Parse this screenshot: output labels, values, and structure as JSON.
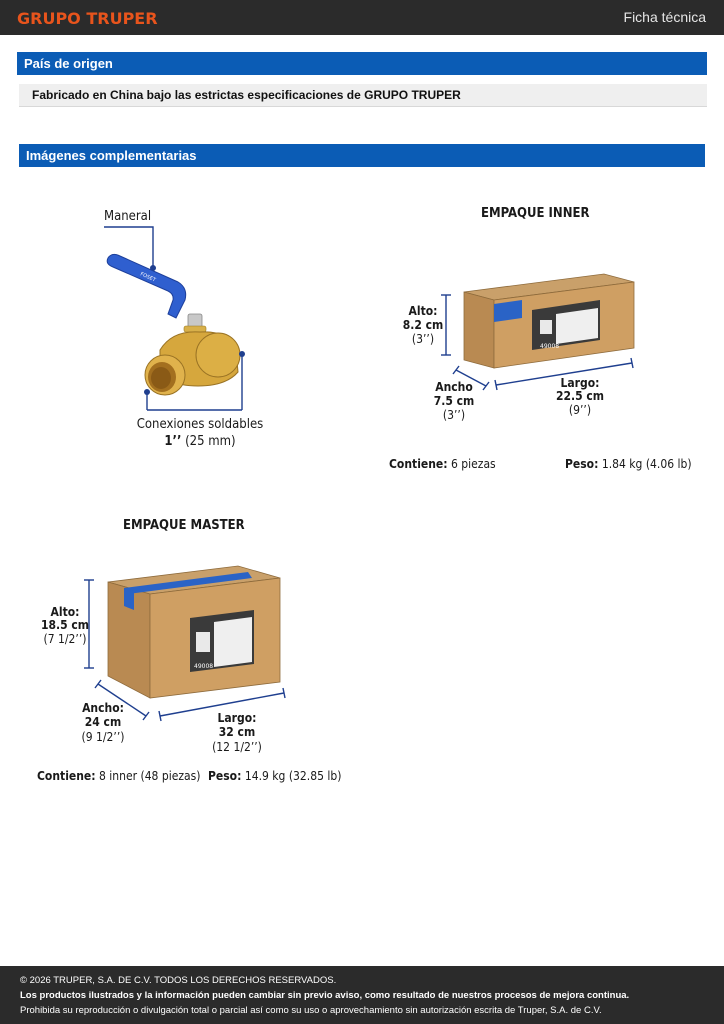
{
  "header": {
    "brand": "GRUPO TRUPER",
    "doc_type": "Ficha técnica"
  },
  "origin": {
    "title": "País de origen",
    "text": "Fabricado en China bajo las estrictas especificaciones de GRUPO TRUPER"
  },
  "images": {
    "title": "Imágenes complementarias",
    "valve": {
      "handle_label": "Maneral",
      "connection_label": "Conexiones soldables",
      "connection_size_bold": "1’’",
      "connection_size_mm": "(25 mm)"
    },
    "inner": {
      "title": "EMPAQUE INNER",
      "height_label": "Alto:",
      "height_cm": "8.2 cm",
      "height_in": "(3’’)",
      "width_label": "Ancho",
      "width_cm": "7.5 cm",
      "width_in": "(3’’)",
      "length_label": "Largo:",
      "length_cm": "22.5 cm",
      "length_in": "(9’’)",
      "contains_label": "Contiene:",
      "contains_value": "6 piezas",
      "weight_label": "Peso:",
      "weight_value": "1.84 kg (4.06 lb)",
      "box_code": "49008"
    },
    "master": {
      "title": "EMPAQUE MASTER",
      "height_label": "Alto:",
      "height_cm": "18.5 cm",
      "height_in": "(7 1/2’’)",
      "width_label": "Ancho:",
      "width_cm": "24 cm",
      "width_in": "(9 1/2’’)",
      "length_label": "Largo:",
      "length_cm": "32 cm",
      "length_in": "(12 1/2’’)",
      "contains_label": "Contiene:",
      "contains_value": "8 inner (48 piezas)",
      "weight_label": "Peso:",
      "weight_value": "14.9 kg (32.85 lb)",
      "box_code": "49008"
    }
  },
  "footer": {
    "copyright": "© 2026 TRUPER, S.A. DE C.V. TODOS LOS DERECHOS RESERVADOS.",
    "notice": "Los productos ilustrados y la información pueden cambiar sin previo aviso, como resultado de nuestros procesos de mejora continua.",
    "prohibition": "Prohibida su reproducción o divulgación total o parcial así como su uso o aprovechamiento sin autorización escrita de Truper, S.A. de C.V."
  },
  "colors": {
    "brand_orange": "#e8541c",
    "section_blue": "#0b5cb5",
    "dark_bar": "#2b2b2b",
    "dimension_blue": "#1f3f8f"
  }
}
